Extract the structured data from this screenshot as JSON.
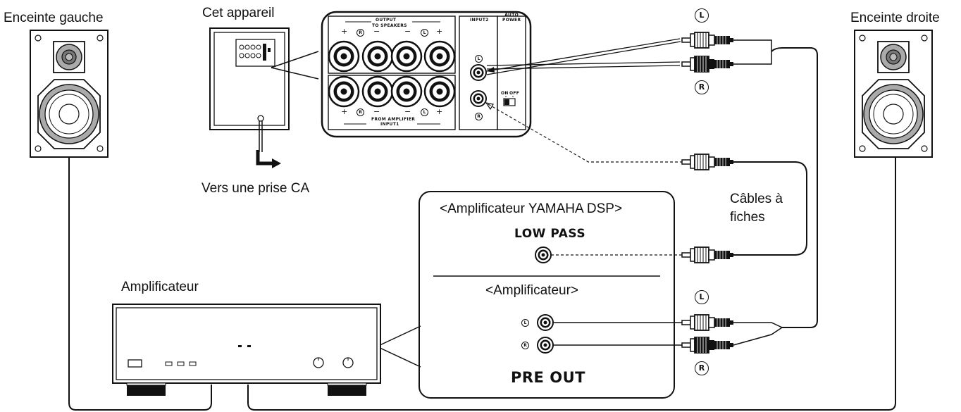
{
  "labels": {
    "speaker_left": "Enceinte gauche",
    "speaker_right": "Enceinte droite",
    "this_unit": "Cet appareil",
    "to_ac_outlet": "Vers une prise CA",
    "amplifier": "Amplificateur",
    "pin_cables": "Câbles à\nfiches"
  },
  "panel": {
    "output": "OUTPUT",
    "to_speakers": "TO SPEAKERS",
    "from_amplifier": "FROM AMPLIFIER",
    "input1": "INPUT1",
    "input2": "INPUT2",
    "auto_power": "AUTO\nPOWER",
    "on": "ON",
    "off": "OFF",
    "plus": "+",
    "minus": "−",
    "left": "L",
    "right": "R"
  },
  "callout": {
    "dsp_title": "<Amplificateur YAMAHA DSP>",
    "low_pass": "LOW PASS",
    "amp_title": "<Amplificateur>",
    "pre_out": "PRE OUT",
    "left": "L",
    "right": "R"
  },
  "channel_markers": {
    "left": "L",
    "right": "R"
  }
}
